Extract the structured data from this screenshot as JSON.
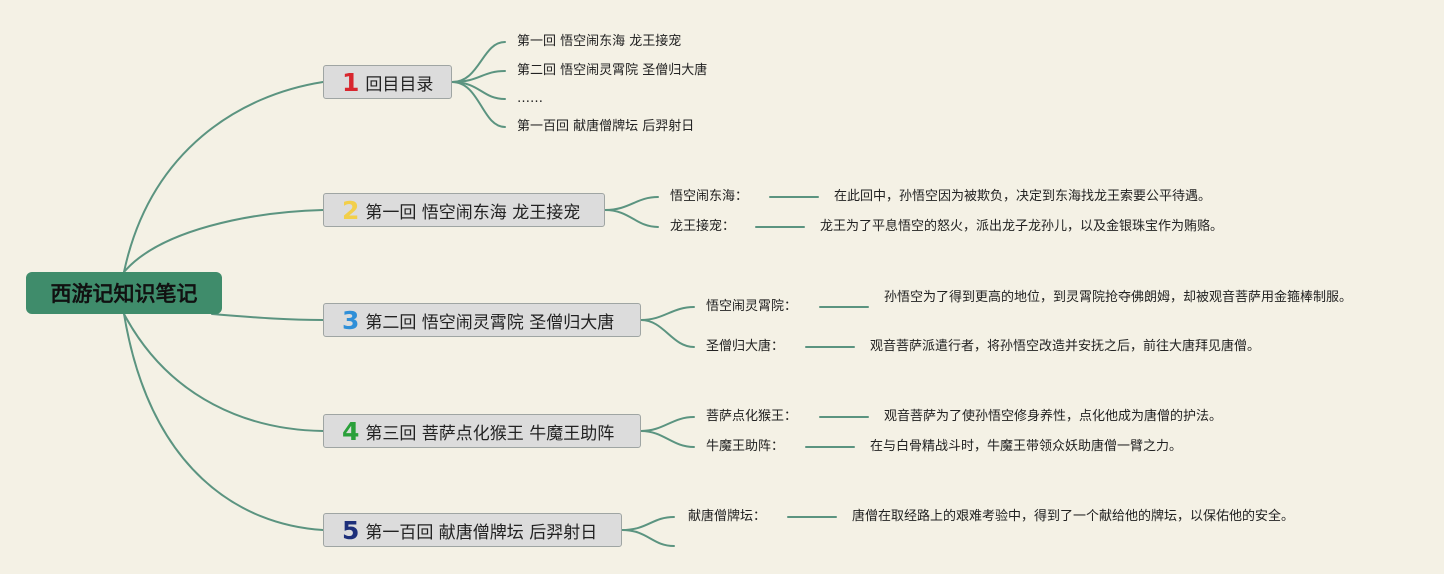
{
  "root": {
    "label": "西游记知识笔记"
  },
  "branches": [
    {
      "number": "1",
      "number_color": "#d8262e",
      "label": "回目目录",
      "items": [
        "第一回 悟空闹东海 龙王接宠",
        "第二回 悟空闹灵霄院 圣僧归大唐",
        "……",
        "第一百回 献唐僧牌坛 后羿射日"
      ]
    },
    {
      "number": "2",
      "number_color": "#f2cf4a",
      "label": "第一回 悟空闹东海 龙王接宠",
      "items": [
        {
          "term": "悟空闹东海：",
          "desc": "在此回中，孙悟空因为被欺负，决定到东海找龙王索要公平待遇。"
        },
        {
          "term": "龙王接宠：",
          "desc": "龙王为了平息悟空的怒火，派出龙子龙孙儿，以及金银珠宝作为贿赂。"
        }
      ]
    },
    {
      "number": "3",
      "number_color": "#2f8fd8",
      "label": "第二回 悟空闹灵霄院 圣僧归大唐",
      "items": [
        {
          "term": "悟空闹灵霄院：",
          "desc": "孙悟空为了得到更高的地位，到灵霄院抢夺佛朗姆，却被观音菩萨用金箍棒制服。"
        },
        {
          "term": "圣僧归大唐：",
          "desc": "观音菩萨派遣行者，将孙悟空改造并安抚之后，前往大唐拜见唐僧。"
        }
      ]
    },
    {
      "number": "4",
      "number_color": "#2aa03a",
      "label": "第三回 菩萨点化猴王 牛魔王助阵",
      "items": [
        {
          "term": "菩萨点化猴王：",
          "desc": "观音菩萨为了使孙悟空修身养性，点化他成为唐僧的护法。"
        },
        {
          "term": "牛魔王助阵：",
          "desc": "在与白骨精战斗时，牛魔王带领众妖助唐僧一臂之力。"
        }
      ]
    },
    {
      "number": "5",
      "number_color": "#1d2f7a",
      "label": "第一百回 献唐僧牌坛 后羿射日",
      "items": [
        {
          "term": "献唐僧牌坛：",
          "desc": "唐僧在取经路上的艰难考验中，得到了一个献给他的牌坛，以保佑他的安全。"
        }
      ]
    }
  ],
  "colors": {
    "background": "#f4f1e5",
    "root": "#3f8c6b",
    "line": "#5b9480",
    "branch_fill": "#dcdcdc"
  }
}
